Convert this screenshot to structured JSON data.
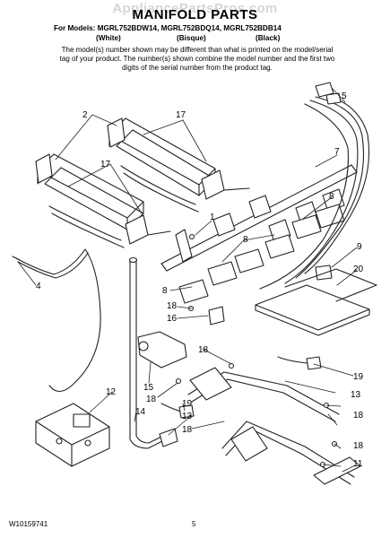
{
  "header": {
    "watermark": "AppliancePartsPros.com",
    "title": "MANIFOLD PARTS",
    "models_line": "For Models: MGRL752BDW14, MGRL752BDQ14, MGRL752BDB14",
    "finishes": [
      "(White)",
      "(Bisque)",
      "(Black)"
    ],
    "note": "The model(s) number shown may be different than what is printed on the model/serial tag of your product. The number(s) shown combine the model number and the first two digits of the serial number from the product tag."
  },
  "callouts": [
    {
      "id": "c5",
      "label": "5"
    },
    {
      "id": "c2",
      "label": "2"
    },
    {
      "id": "c17a",
      "label": "17"
    },
    {
      "id": "c7",
      "label": "7"
    },
    {
      "id": "c17b",
      "label": "17"
    },
    {
      "id": "c8a",
      "label": "8"
    },
    {
      "id": "c1",
      "label": "1"
    },
    {
      "id": "c8b",
      "label": "8"
    },
    {
      "id": "c9",
      "label": "9"
    },
    {
      "id": "c20",
      "label": "20"
    },
    {
      "id": "c4",
      "label": "4"
    },
    {
      "id": "c8c",
      "label": "8"
    },
    {
      "id": "c18a",
      "label": "18"
    },
    {
      "id": "c16",
      "label": "16"
    },
    {
      "id": "c18b",
      "label": "18"
    },
    {
      "id": "c19a",
      "label": "19"
    },
    {
      "id": "c15",
      "label": "15"
    },
    {
      "id": "c12",
      "label": "12"
    },
    {
      "id": "c18c",
      "label": "18"
    },
    {
      "id": "c13a",
      "label": "13"
    },
    {
      "id": "c19b",
      "label": "19"
    },
    {
      "id": "c14",
      "label": "14"
    },
    {
      "id": "c13b",
      "label": "13"
    },
    {
      "id": "c18d",
      "label": "18"
    },
    {
      "id": "c18e",
      "label": "18"
    },
    {
      "id": "c18f",
      "label": "18"
    },
    {
      "id": "c11",
      "label": "11"
    }
  ],
  "footer": {
    "part_number": "W10159741",
    "page_number": "5"
  }
}
